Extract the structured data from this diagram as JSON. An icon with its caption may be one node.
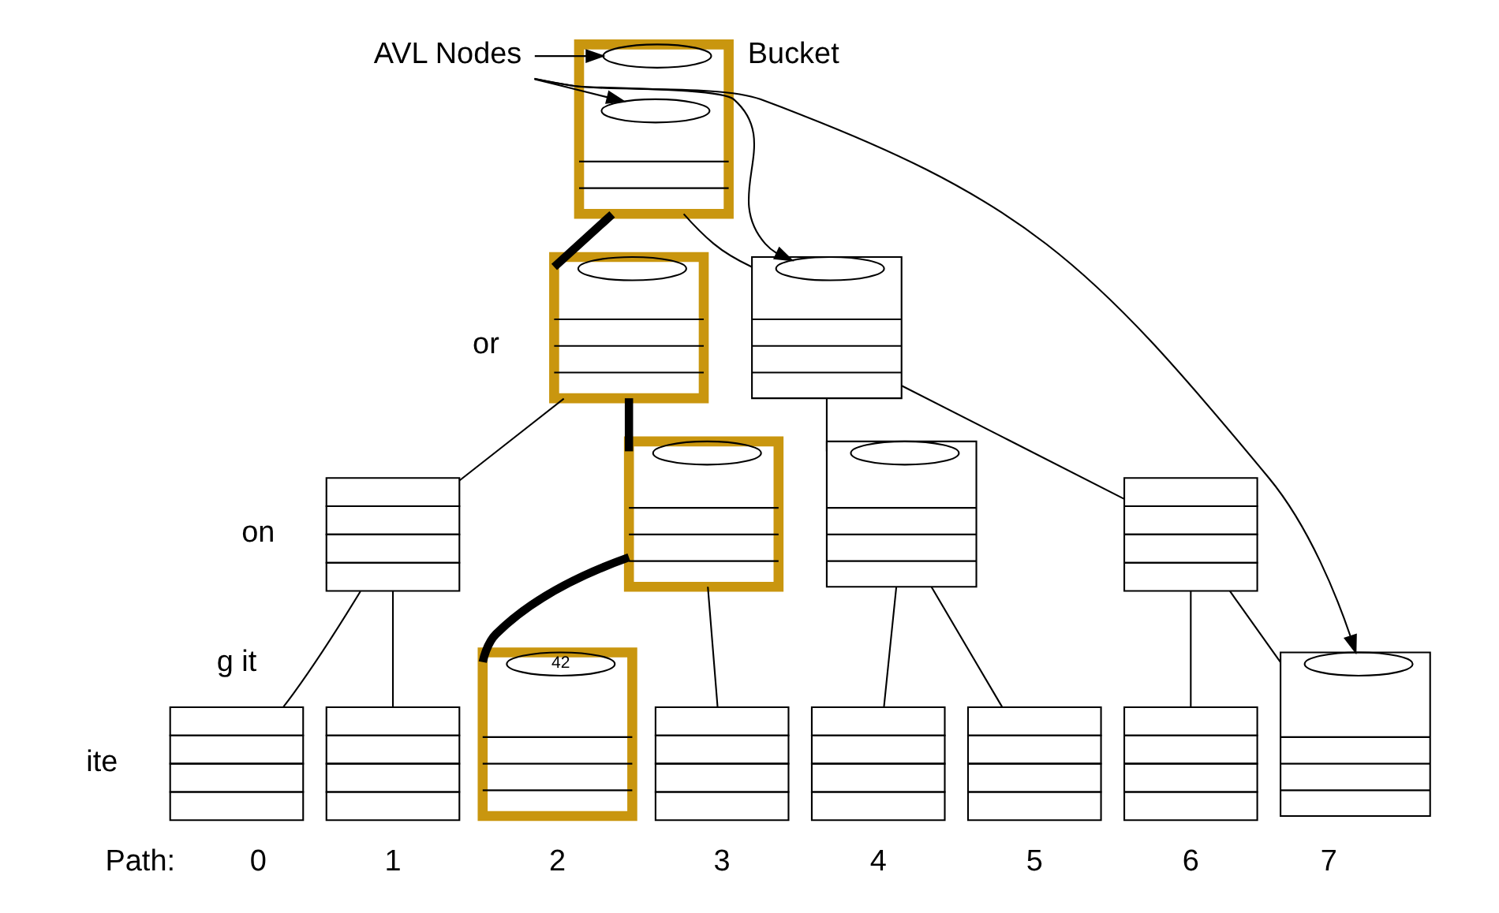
{
  "diagram": {
    "nodes": [
      {
        "text": [],
        "shape": "box",
        "beside": [
          "Bucket"
        ]
      },
      {
        "text": [],
        "shape": "ellipse",
        "in": 0
      },
      {
        "text": [],
        "shape": "ellipse",
        "in": 0
      },
      {
        "text": [
          "AVL Nodes"
        ]
      },
      {
        "text": [],
        "shape": "box"
      },
      {
        "text": [],
        "shape": "ellipse",
        "in": 4
      },
      {
        "text": [],
        "shape": "box"
      },
      {
        "text": [],
        "shape": "ellipse",
        "in": 6
      },
      {
        "text": [],
        "shape": "box"
      },
      {
        "text": [],
        "shape": "box"
      },
      {
        "text": [],
        "shape": "ellipse",
        "in": 9
      },
      {
        "text": [],
        "shape": "box"
      },
      {
        "text": [],
        "shape": "ellipse",
        "in": 11
      },
      {
        "text": [],
        "shape": "box"
      },
      {
        "text": [],
        "shape": "box"
      },
      {
        "text": [],
        "shape": "box"
      },
      {
        "text": [],
        "shape": "box"
      },
      {
        "text": [
          "42"
        ],
        "in": 16
      },
      {
        "text": [],
        "shape": "box"
      },
      {
        "text": [],
        "shape": "box"
      },
      {
        "text": [],
        "shape": "box"
      },
      {
        "text": [],
        "shape": "box"
      },
      {
        "text": [],
        "shape": "box"
      },
      {
        "text": [],
        "shape": "ellipse",
        "in": 22
      }
    ],
    "edges": [
      {
        "from": 0,
        "to": 4,
        "arrow": "none",
        "style": "thick"
      },
      {
        "from": 0,
        "to": 6,
        "arrow": "none"
      },
      {
        "from": 4,
        "to": 8,
        "arrow": "none"
      },
      {
        "from": 4,
        "to": 9,
        "arrow": "none",
        "style": "thick"
      },
      {
        "from": 6,
        "to": 11,
        "arrow": "none"
      },
      {
        "from": 6,
        "to": 13,
        "arrow": "none"
      },
      {
        "from": 8,
        "to": 14,
        "arrow": "none"
      },
      {
        "from": 8,
        "to": 15,
        "arrow": "none"
      },
      {
        "from": 9,
        "to": 16,
        "arrow": "none",
        "style": "thick"
      },
      {
        "from": 9,
        "to": 18,
        "arrow": "none"
      },
      {
        "from": 11,
        "to": 19,
        "arrow": "none"
      },
      {
        "from": 11,
        "to": 20,
        "arrow": "none"
      },
      {
        "from": 13,
        "to": 21,
        "arrow": "none"
      },
      {
        "from": 13,
        "to": 22,
        "arrow": "none"
      },
      {
        "from": 3,
        "to": 1,
        "arrow": "to"
      },
      {
        "from": 3,
        "to": 2,
        "arrow": "to"
      },
      {
        "from": 3,
        "to": 7,
        "arrow": "to"
      },
      {
        "from": 3,
        "to": 23,
        "arrow": "to"
      }
    ],
    "labels": [
      "or",
      "on",
      "g it",
      "ite",
      "Path:",
      "0",
      "1",
      "2",
      "3",
      "4",
      "5",
      "6",
      "7"
    ]
  }
}
